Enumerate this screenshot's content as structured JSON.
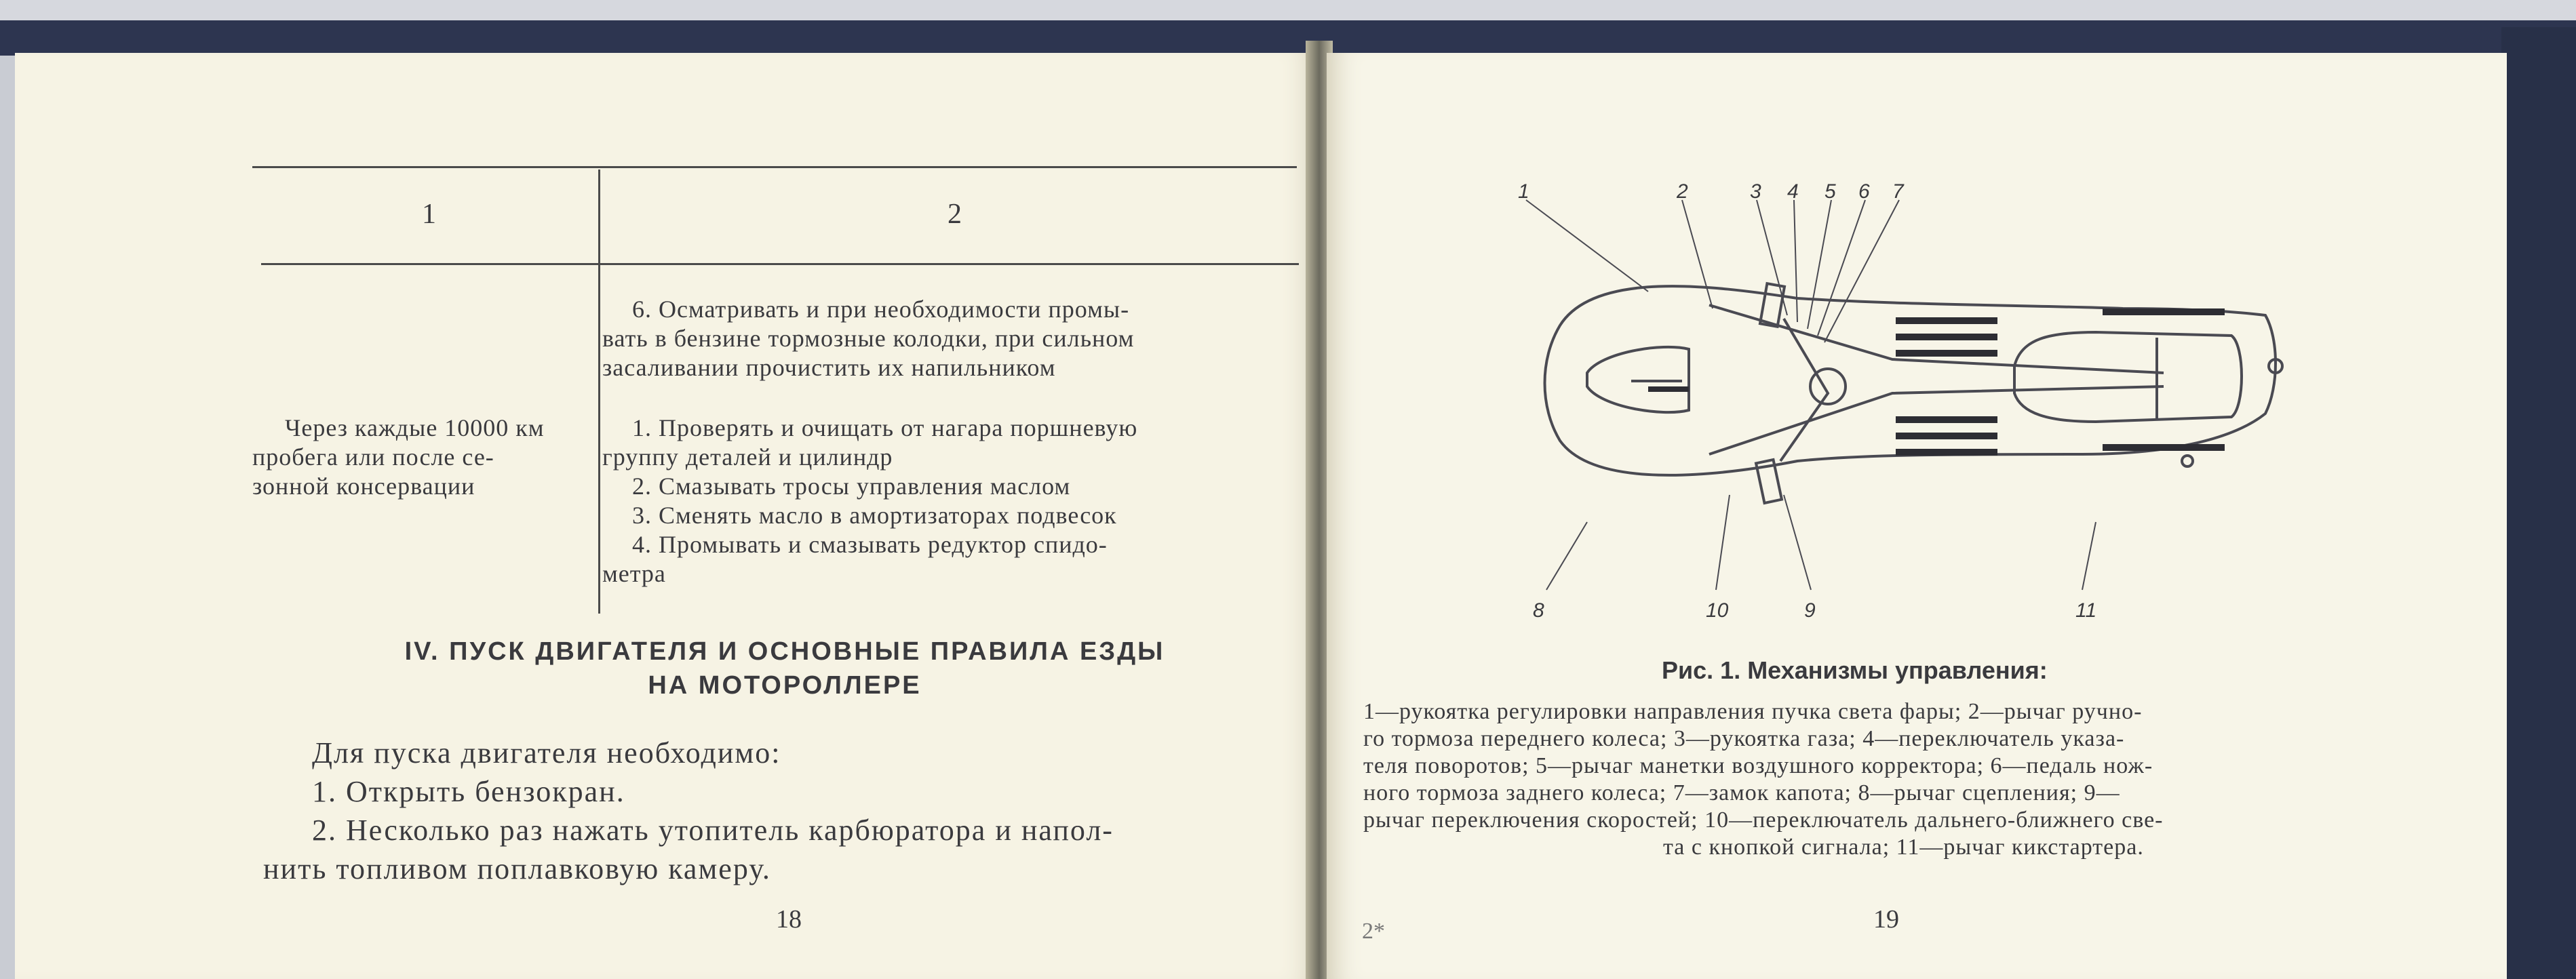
{
  "left_page": {
    "table": {
      "col_headers": [
        "1",
        "2"
      ],
      "row1_col2": [
        "6. Осматривать и при необходимости промы-",
        "вать в бензине тормозные колодки, при сильном",
        "засаливании прочистить их напильником"
      ],
      "row2_col1": [
        "Через каждые 10000 км",
        "пробега или после се-",
        "зонной консервации"
      ],
      "row2_col2": [
        "1. Проверять и очищать от нагара поршневую",
        "группу деталей и цилиндр",
        "2. Смазывать тросы управления маслом",
        "3. Сменять масло в амортизаторах подвесок",
        "4. Промывать и смазывать редуктор спидо-",
        "метра"
      ]
    },
    "section_heading": [
      "IV. ПУСК ДВИГАТЕЛЯ И ОСНОВНЫЕ ПРАВИЛА ЕЗДЫ",
      "НА МОТОРОЛЛЕРЕ"
    ],
    "body": [
      "Для пуска двигателя необходимо:",
      "1. Открыть бензокран.",
      "2. Несколько раз нажать утопитель карбюратора и напол-",
      "нить топливом поплавковую камеру."
    ],
    "page_number": "18"
  },
  "right_page": {
    "figure_labels": [
      "1",
      "2",
      "3",
      "4",
      "5",
      "6",
      "7",
      "8",
      "10",
      "9",
      "11"
    ],
    "caption_title": "Рис. 1. Механизмы управления:",
    "caption_lines": [
      "1—рукоятка регулировки направления пучка света фары; 2—рычаг ручно-",
      "го тормоза переднего колеса; 3—рукоятка газа; 4—переключатель указа-",
      "теля поворотов; 5—рычаг манетки воздушного корректора; 6—педаль нож-",
      "ного тормоза заднего колеса; 7—замок капота; 8—рычаг сцепления; 9—",
      "рычаг переключения скоростей; 10—переключатель дальнего-ближнего све-",
      "та с кнопкой сигнала; 11—рычаг кикстартера."
    ],
    "signature_mark": "2*",
    "page_number": "19"
  }
}
